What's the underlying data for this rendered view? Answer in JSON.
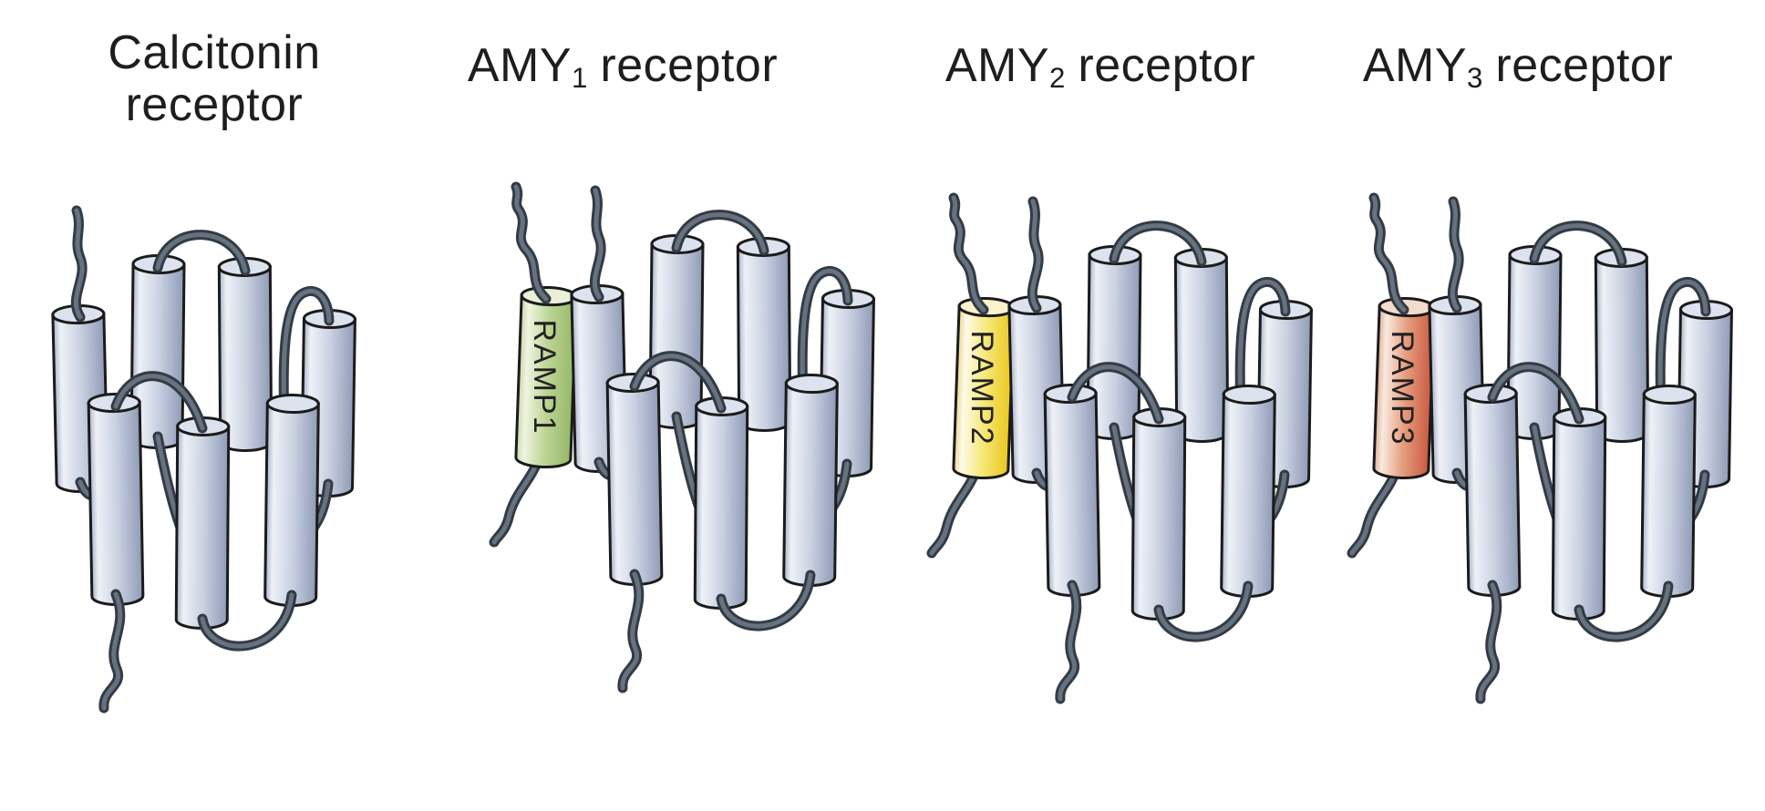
{
  "figure": {
    "background": "#ffffff",
    "style": {
      "outline": "#1b1b1b",
      "helix_gradient": [
        "#a8b2c8",
        "#eef1f7",
        "#c9d1e2",
        "#8f9bb6"
      ],
      "helix_top": "#dce2ee",
      "loop_outer": "#333b45",
      "loop_inner": "#67727f",
      "title_color": "#1e1e1e",
      "ramp_label_color": "#222222"
    },
    "receptors": [
      {
        "name": "Calcitonin receptor",
        "title_line1": "Calcitonin",
        "title_line2": "receptor",
        "has_ramp": false
      },
      {
        "name": "AMY1 receptor",
        "title_prefix": "AMY",
        "title_sub": "1",
        "title_suffix": "receptor",
        "has_ramp": true,
        "ramp": {
          "label": "RAMP1",
          "gradient": [
            "#c9d6a6",
            "#eff4e1",
            "#bdd493",
            "#95b869"
          ],
          "top": "#e9efd8"
        }
      },
      {
        "name": "AMY2 receptor",
        "title_prefix": "AMY",
        "title_sub": "2",
        "title_suffix": "receptor",
        "has_ramp": true,
        "ramp": {
          "label": "RAMP2",
          "gradient": [
            "#e6d88c",
            "#fdfae8",
            "#f6e878",
            "#e9c71e"
          ],
          "top": "#faf3cd"
        }
      },
      {
        "name": "AMY3 receptor",
        "title_prefix": "AMY",
        "title_sub": "3",
        "title_suffix": "receptor",
        "has_ramp": true,
        "ramp": {
          "label": "RAMP3",
          "gradient": [
            "#dfae95",
            "#f8eadf",
            "#e69d7f",
            "#c95a41"
          ],
          "top": "#f3dccd"
        }
      }
    ]
  }
}
